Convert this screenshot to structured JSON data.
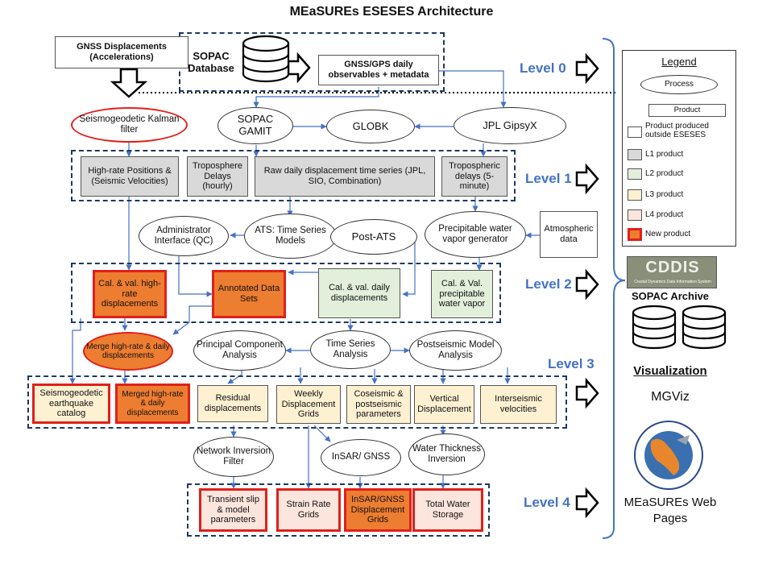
{
  "title": "MEaSUREs ESESES Architecture",
  "top": {
    "gnss_accel": "GNSS Displacements (Accelerations)",
    "sopac_db": "SOPAC Database",
    "gnss_daily": "GNSS/GPS daily observables + metadata"
  },
  "processing": {
    "kalman": "Seismogeodetic Kalman filter",
    "gamit": "SOPAC GAMIT",
    "globk": "GLOBK",
    "gipsyx": "JPL GipsyX"
  },
  "level1": {
    "high_rate": "High-rate Positions & (Seismic Velocities)",
    "tropo_delays": "Troposphere Delays (hourly)",
    "raw_daily": "Raw daily displacement time series (JPL, SIO, Combination)",
    "tropo_5min": "Tropospheric delays (5-minute)"
  },
  "mid": {
    "admin": "Administrator Interface (QC)",
    "ats": "ATS: Time Series Models",
    "post_ats": "Post-ATS",
    "pwv_gen": "Precipitable water vapor generator",
    "atmos": "Atmospheric data"
  },
  "level2": {
    "cal_high": "Cal. & val. high-rate displacements",
    "annotated": "Annotated Data Sets",
    "cal_daily": "Cal. & val. daily displacements",
    "cal_pwv": "Cal. & Val. precipitable water vapor"
  },
  "analysis": {
    "merge": "Merge high-rate & daily displacements",
    "pca": "Principal Component Analysis",
    "tsa": "Time Series Analysis",
    "postseismic": "Postseismic Model Analysis"
  },
  "level3": {
    "catalog": "Seismogeodetic earthquake catalog",
    "merged": "Merged high-rate & daily displacements",
    "residual": "Residual displacements",
    "weekly": "Weekly Displacement Grids",
    "coseismic": "Coseismic & postseismic parameters",
    "vertical": "Vertical Displacement",
    "interseismic": "Interseismic velocities"
  },
  "inversion": {
    "network": "Network Inversion Filter",
    "insar": "InSAR/ GNSS",
    "water": "Water Thickness Inversion"
  },
  "level4": {
    "transient": "Transient slip & model parameters",
    "strain": "Strain Rate Grids",
    "insar_grids": "InSAR/GNSS Displacement Grids",
    "water_storage": "Total Water Storage"
  },
  "levels": [
    "Level 0",
    "Level 1",
    "Level 2",
    "Level 3",
    "Level 4"
  ],
  "legend": {
    "title": "Legend",
    "process": "Process",
    "product": "Product",
    "outside": "Product produced outside ESESES",
    "l1": "L1 product",
    "l2": "L2 product",
    "l3": "L3 product",
    "l4": "L4 product",
    "new": "New product"
  },
  "right": {
    "cddis": "CDDIS",
    "cddis_sub": "Crustal Dynamics Data Information System",
    "sopac_archive": "SOPAC Archive",
    "visualization": "Visualization",
    "mgviz": "MGViz",
    "measures_web": "MEaSUREs Web Pages"
  },
  "colors": {
    "dash": "#1f3864",
    "level": "#4472c4",
    "l1": "#d9d9d9",
    "l2": "#e2efda",
    "l3": "#fdf1d2",
    "l4": "#fbe5dc",
    "new": "#ed7d31",
    "red": "#e0201a",
    "arrow": "#4472c4"
  }
}
